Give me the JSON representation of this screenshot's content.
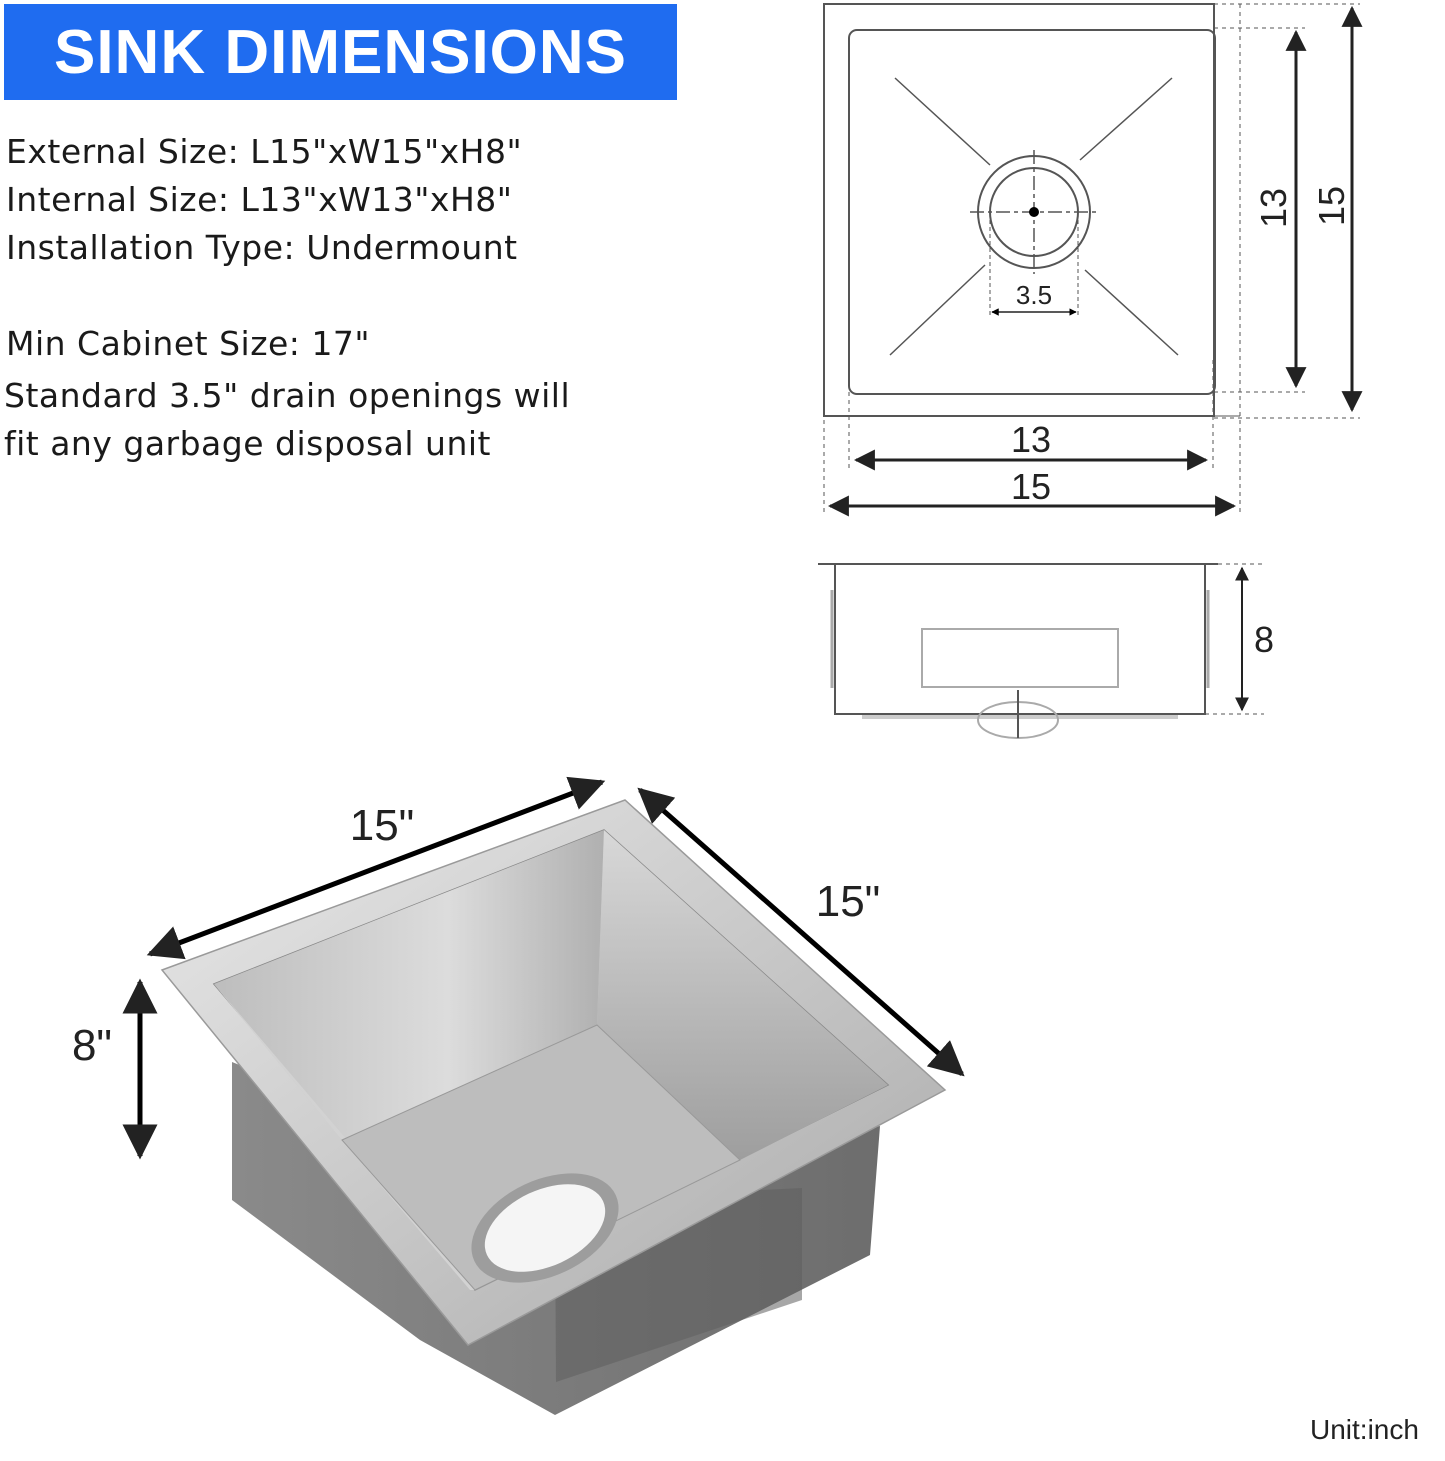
{
  "banner": {
    "title": "SINK DIMENSIONS",
    "color": "#1f6cf0"
  },
  "specs": [
    {
      "label": "External Size:",
      "value": "L15\"xW15\"xH8\""
    },
    {
      "label": "Internal Size:",
      "value": "L13\"xW13\"xH8\""
    },
    {
      "label": "Installation Type:",
      "value": "Undermount"
    },
    {
      "label": "Min Cabinet Size:",
      "value": "17\""
    }
  ],
  "note": {
    "line1": "Standard 3.5\" drain openings will",
    "line2": "fit any garbage disposal unit"
  },
  "top_view": {
    "inner_height": "13",
    "outer_height": "15",
    "inner_width": "13",
    "outer_width": "15",
    "drain": "3.5"
  },
  "side_view": {
    "height": "8"
  },
  "iso_view": {
    "length": "15\"",
    "width": "15\"",
    "height": "8\""
  },
  "unit": "Unit:inch"
}
